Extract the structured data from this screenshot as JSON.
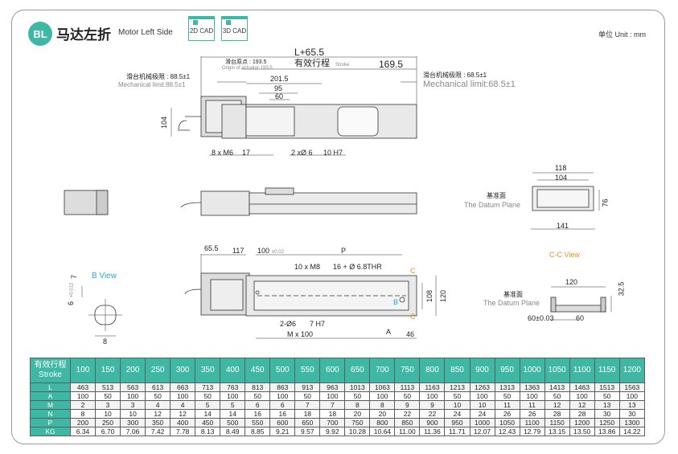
{
  "header": {
    "badge": "BL",
    "title_cn": "马达左折",
    "title_en": "Motor Left Side",
    "cad_2d": "2D CAD",
    "cad_3d": "3D CAD",
    "unit": "单位 Unit : mm"
  },
  "top_view": {
    "length": "L+65.5",
    "stroke_cn": "有效行程",
    "stroke_en": "Stroke",
    "dim_169": "169.5",
    "origin_cn": "滑台原点 : 193.5",
    "origin_en": "Origin of actuator 193.5",
    "mech_left_cn": "滑台机械极限 : 88.5±1",
    "mech_left_en": "Mechanical limit:88.5±1",
    "mech_right_cn": "滑台机械极限 : 68.5±1",
    "mech_right_en": "Mechanical limit:68.5±1",
    "dim_201": "201.5",
    "dim_95": "95",
    "dim_60": "60",
    "dim_104": "104",
    "holes_m6": "8 x M6",
    "holes_m6_depth": "17",
    "holes_pin": "2 xØ 6",
    "holes_pin_depth": "10 H7"
  },
  "end_view": {
    "dim_118": "118",
    "dim_104": "104",
    "dim_76": "76",
    "dim_141": "141",
    "datum_cn": "基准面",
    "datum_en": "The Datum Plane"
  },
  "bottom_view": {
    "dim_65": "65.5",
    "dim_117": "117",
    "dim_100": "100",
    "dim_100_tol": "±0.02",
    "dim_p": "P",
    "holes_m8": "10 x M8",
    "holes_m8_depth": "16 + Ø 6.8THR",
    "pin": "2-Ø6",
    "pin_depth": "7 H7",
    "m_x_100": "M x 100",
    "dim_a": "A",
    "dim_46": "46",
    "dim_108": "108",
    "dim_120": "120",
    "marker_c": "C",
    "marker_b": "B"
  },
  "b_view": {
    "title": "B View",
    "dim_6": "6",
    "dim_tol": "+0.012",
    "dim_7": "7",
    "dim_8": "8"
  },
  "cc_view": {
    "title": "C-C View",
    "dim_120": "120",
    "dim_32": "32.5",
    "datum_cn": "基准面",
    "datum_en": "The Datum Plane",
    "dim_60": "60",
    "dim_60_tol": "60±0.03"
  },
  "spec_table": {
    "header_cn": "有效行程",
    "header_en": "Stroke",
    "strokes": [
      "100",
      "150",
      "200",
      "250",
      "300",
      "350",
      "400",
      "450",
      "500",
      "550",
      "600",
      "650",
      "700",
      "750",
      "800",
      "850",
      "900",
      "950",
      "1000",
      "1050",
      "1100",
      "1150",
      "1200"
    ],
    "rows": [
      {
        "label": "L",
        "values": [
          "463",
          "513",
          "563",
          "613",
          "663",
          "713",
          "763",
          "813",
          "863",
          "913",
          "963",
          "1013",
          "1063",
          "1113",
          "1163",
          "1213",
          "1263",
          "1313",
          "1363",
          "1413",
          "1463",
          "1513",
          "1563"
        ]
      },
      {
        "label": "A",
        "values": [
          "100",
          "50",
          "100",
          "50",
          "100",
          "50",
          "100",
          "50",
          "100",
          "50",
          "100",
          "50",
          "100",
          "50",
          "100",
          "50",
          "100",
          "50",
          "100",
          "50",
          "100",
          "50",
          "100"
        ]
      },
      {
        "label": "M",
        "values": [
          "2",
          "3",
          "3",
          "4",
          "4",
          "5",
          "5",
          "6",
          "6",
          "7",
          "7",
          "8",
          "8",
          "9",
          "9",
          "10",
          "10",
          "11",
          "11",
          "12",
          "12",
          "13",
          "13"
        ]
      },
      {
        "label": "N",
        "values": [
          "8",
          "10",
          "10",
          "12",
          "12",
          "14",
          "14",
          "16",
          "16",
          "18",
          "18",
          "20",
          "20",
          "22",
          "22",
          "24",
          "24",
          "26",
          "26",
          "28",
          "28",
          "30",
          "30"
        ]
      },
      {
        "label": "P",
        "values": [
          "200",
          "250",
          "300",
          "350",
          "400",
          "450",
          "500",
          "550",
          "600",
          "650",
          "700",
          "750",
          "800",
          "850",
          "900",
          "950",
          "1000",
          "1050",
          "1100",
          "1150",
          "1200",
          "1250",
          "1300"
        ]
      },
      {
        "label": "KG",
        "values": [
          "6.34",
          "6.70",
          "7.06",
          "7.42",
          "7.78",
          "8.13",
          "8.49",
          "8.85",
          "9.21",
          "9.57",
          "9.92",
          "10.28",
          "10.64",
          "11.00",
          "11.36",
          "11.71",
          "12.07",
          "12.43",
          "12.79",
          "13.15",
          "13.50",
          "13.86",
          "14.22"
        ]
      }
    ]
  },
  "colors": {
    "accent": "#3fb7a5",
    "blue_label": "#2aa7d8",
    "orange_label": "#f08c28"
  }
}
